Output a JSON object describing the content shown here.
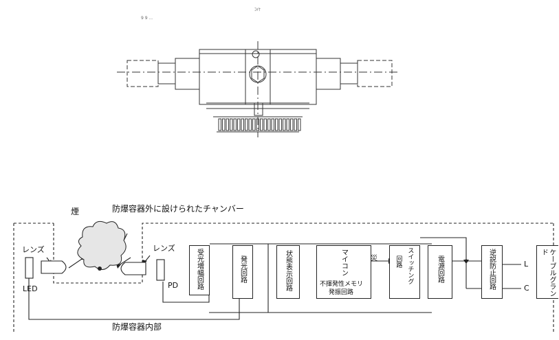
{
  "top_drawing": {
    "small_text_left": "9 9 ...",
    "small_text_top": "ｺｲｹ"
  },
  "diagram": {
    "smoke_label": "煙",
    "chamber_label": "防爆容器外に設けられたチャンバー",
    "inner_label": "防爆容器内部",
    "lens_left": "レンズ",
    "lens_right": "レンズ",
    "led_label": "LED",
    "pd_label": "PD",
    "fire_label": "火災",
    "blocks": {
      "receive_amp": "受光増幅回路",
      "emit": "発光回路",
      "status": "状態表示回路",
      "micon": "マイコン",
      "memory": "不揮発性メモリ",
      "oscillator": "発振回路",
      "switching_a": "スイッチング",
      "switching_b": "回路",
      "power": "電源回路",
      "reverse": "逆説防止回路",
      "gland": "ケーブルグランド"
    },
    "terminal_L": "L",
    "terminal_C": "C"
  }
}
